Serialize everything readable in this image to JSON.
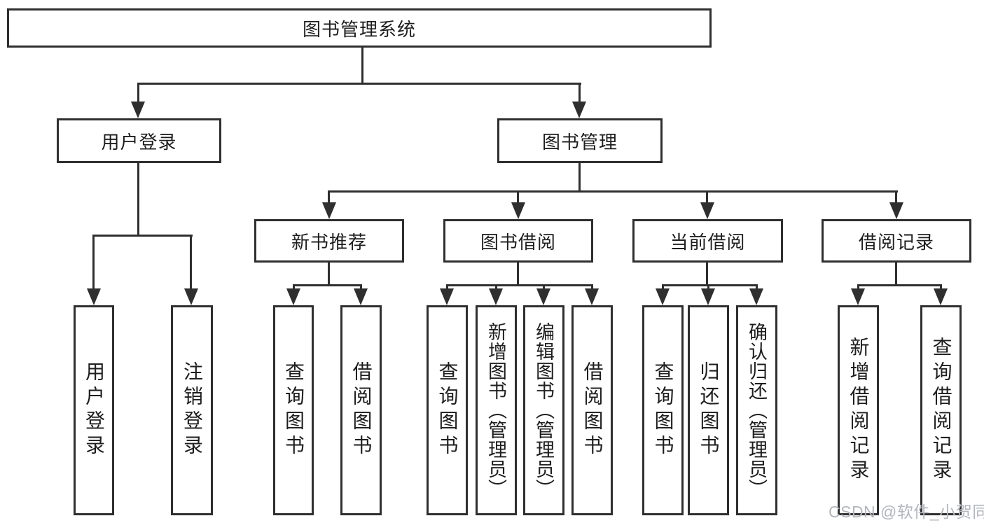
{
  "colors": {
    "line": "#2f2f2f",
    "text": "#1e1e1e",
    "watermark": "#b3b6be",
    "background": "#ffffff"
  },
  "watermark": {
    "text": "CSDN @软件_小贺同学"
  },
  "tree": {
    "label": "图书管理系统",
    "children": [
      {
        "label": "用户登录",
        "children": [
          {
            "label": "用户登录"
          },
          {
            "label": "注销登录"
          }
        ]
      },
      {
        "label": "图书管理",
        "children": [
          {
            "label": "新书推荐",
            "children": [
              {
                "label": "查询图书"
              },
              {
                "label": "借阅图书"
              }
            ]
          },
          {
            "label": "图书借阅",
            "children": [
              {
                "label": "查询图书"
              },
              {
                "label": "新增图书（管理员）"
              },
              {
                "label": "编辑图书（管理员）"
              },
              {
                "label": "借阅图书"
              }
            ]
          },
          {
            "label": "当前借阅",
            "children": [
              {
                "label": "查询图书"
              },
              {
                "label": "归还图书"
              },
              {
                "label": "确认归还（管理员）"
              }
            ]
          },
          {
            "label": "借阅记录",
            "children": [
              {
                "label": "新增借阅记录"
              },
              {
                "label": "查询借阅记录"
              }
            ]
          }
        ]
      }
    ]
  }
}
